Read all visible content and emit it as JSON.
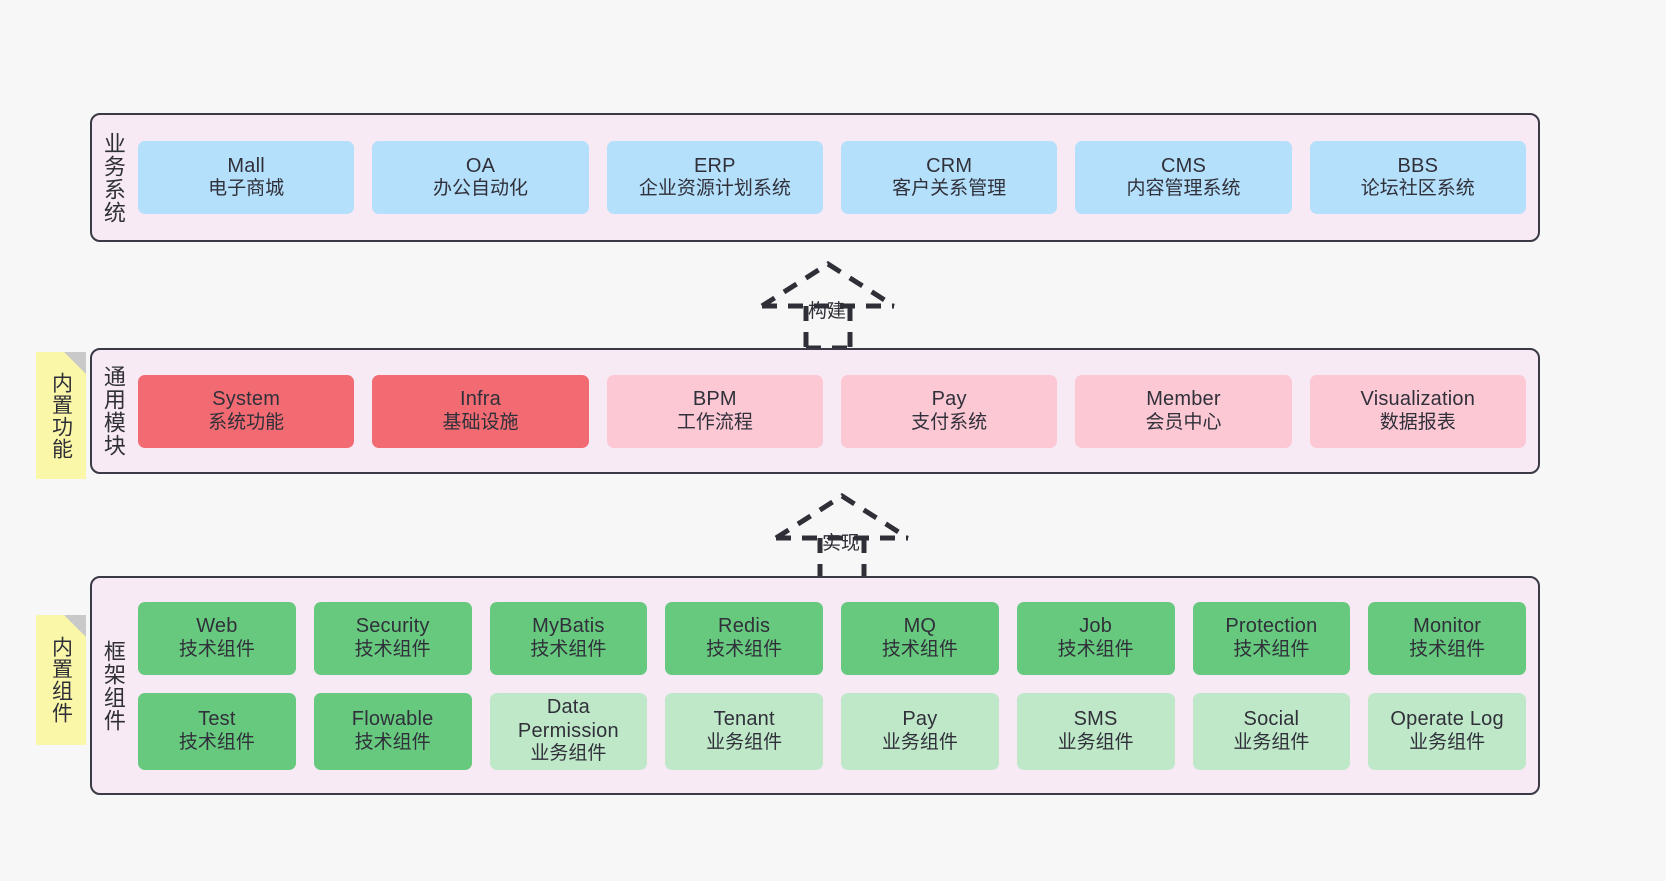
{
  "diagram": {
    "title": "业务系统 / 通用模块 / 框架组件 架构分层图",
    "background": "#f7f7f7",
    "layer_fill": "#f7eaf4",
    "layer_border": "#3a3a46",
    "note_fill": "#fbf7a8"
  },
  "layers": [
    {
      "id": "business",
      "label": "业务系统",
      "rows": [
        {
          "boxes": [
            {
              "title": "Mall",
              "subtitle": "电子商城",
              "color": "#b5e0fb",
              "style": "blue"
            },
            {
              "title": "OA",
              "subtitle": "办公自动化",
              "color": "#b5e0fb",
              "style": "blue"
            },
            {
              "title": "ERP",
              "subtitle": "企业资源计划系统",
              "color": "#b5e0fb",
              "style": "blue"
            },
            {
              "title": "CRM",
              "subtitle": "客户关系管理",
              "color": "#b5e0fb",
              "style": "blue"
            },
            {
              "title": "CMS",
              "subtitle": "内容管理系统",
              "color": "#b5e0fb",
              "style": "blue"
            },
            {
              "title": "BBS",
              "subtitle": "论坛社区系统",
              "color": "#b5e0fb",
              "style": "blue"
            }
          ]
        }
      ]
    },
    {
      "id": "common",
      "label": "通用模块",
      "note": "内置功能",
      "rows": [
        {
          "boxes": [
            {
              "title": "System",
              "subtitle": "系统功能",
              "color": "#f26b72",
              "style": "red"
            },
            {
              "title": "Infra",
              "subtitle": "基础设施",
              "color": "#f26b72",
              "style": "red"
            },
            {
              "title": "BPM",
              "subtitle": "工作流程",
              "color": "#fbc8d4",
              "style": "pink"
            },
            {
              "title": "Pay",
              "subtitle": "支付系统",
              "color": "#fbc8d4",
              "style": "pink"
            },
            {
              "title": "Member",
              "subtitle": "会员中心",
              "color": "#fbc8d4",
              "style": "pink"
            },
            {
              "title": "Visualization",
              "subtitle": "数据报表",
              "color": "#fbc8d4",
              "style": "pink"
            }
          ]
        }
      ]
    },
    {
      "id": "framework",
      "label": "框架组件",
      "note": "内置组件",
      "rows": [
        {
          "boxes": [
            {
              "title": "Web",
              "subtitle": "技术组件",
              "color": "#66c97e",
              "style": "green"
            },
            {
              "title": "Security",
              "subtitle": "技术组件",
              "color": "#66c97e",
              "style": "green"
            },
            {
              "title": "MyBatis",
              "subtitle": "技术组件",
              "color": "#66c97e",
              "style": "green"
            },
            {
              "title": "Redis",
              "subtitle": "技术组件",
              "color": "#66c97e",
              "style": "green"
            },
            {
              "title": "MQ",
              "subtitle": "技术组件",
              "color": "#66c97e",
              "style": "green"
            },
            {
              "title": "Job",
              "subtitle": "技术组件",
              "color": "#66c97e",
              "style": "green"
            },
            {
              "title": "Protection",
              "subtitle": "技术组件",
              "color": "#66c97e",
              "style": "green"
            },
            {
              "title": "Monitor",
              "subtitle": "技术组件",
              "color": "#66c97e",
              "style": "green"
            }
          ]
        },
        {
          "boxes": [
            {
              "title": "Test",
              "subtitle": "技术组件",
              "color": "#66c97e",
              "style": "green"
            },
            {
              "title": "Flowable",
              "subtitle": "技术组件",
              "color": "#66c97e",
              "style": "green"
            },
            {
              "title": "Data Permission",
              "subtitle": "业务组件",
              "color": "#bfe8c8",
              "style": "lightgreen"
            },
            {
              "title": "Tenant",
              "subtitle": "业务组件",
              "color": "#bfe8c8",
              "style": "lightgreen"
            },
            {
              "title": "Pay",
              "subtitle": "业务组件",
              "color": "#bfe8c8",
              "style": "lightgreen"
            },
            {
              "title": "SMS",
              "subtitle": "业务组件",
              "color": "#bfe8c8",
              "style": "lightgreen"
            },
            {
              "title": "Social",
              "subtitle": "业务组件",
              "color": "#bfe8c8",
              "style": "lightgreen"
            },
            {
              "title": "Operate Log",
              "subtitle": "业务组件",
              "color": "#bfe8c8",
              "style": "lightgreen"
            }
          ]
        }
      ]
    }
  ],
  "arrows": [
    {
      "id": "build",
      "label": "构建",
      "from": "common",
      "to": "business",
      "style": "dashed-hollow-triangle"
    },
    {
      "id": "implement",
      "label": "实现",
      "from": "framework",
      "to": "common",
      "style": "dashed-hollow-triangle"
    }
  ]
}
